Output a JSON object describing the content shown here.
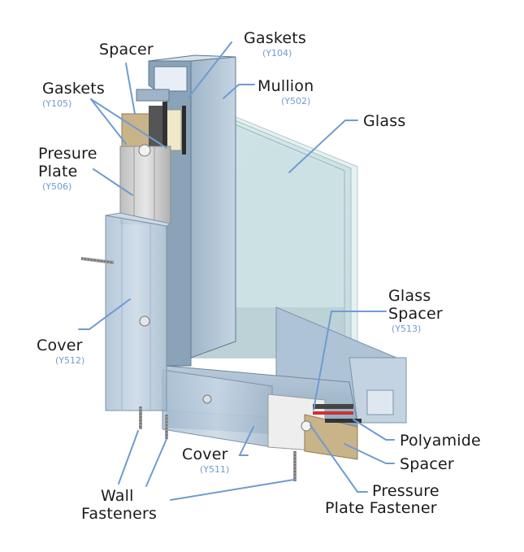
{
  "labels": {
    "spacer_top": "Spacer",
    "gaskets_top": "Gaskets",
    "gaskets_top_code": "(Y104)",
    "gaskets_left": "Gaskets",
    "gaskets_left_code": "(Y105)",
    "mullion": "Mullion",
    "mullion_code": "(Y502)",
    "glass": "Glass",
    "presure_plate_line1": "Presure",
    "presure_plate_line2": "Plate",
    "presure_plate_code": "(Y506)",
    "glass_spacer_line1": "Glass",
    "glass_spacer_line2": "Spacer",
    "glass_spacer_code": "(Y513)",
    "cover_left": "Cover",
    "cover_left_code": "(Y512)",
    "polyamide": "Polyamide",
    "cover_bottom": "Cover",
    "cover_bottom_code": "(Y511)",
    "spacer_bottom": "Spacer",
    "pressure_fastener_line1": "Pressure",
    "pressure_fastener_line2": "Plate Fastener",
    "wall_fasteners_line1": "Wall",
    "wall_fasteners_line2": "Fasteners"
  },
  "colors": {
    "leader": "#6f9bd1",
    "code_text": "#6f9bd1",
    "label_text": "#1a1a1a"
  }
}
